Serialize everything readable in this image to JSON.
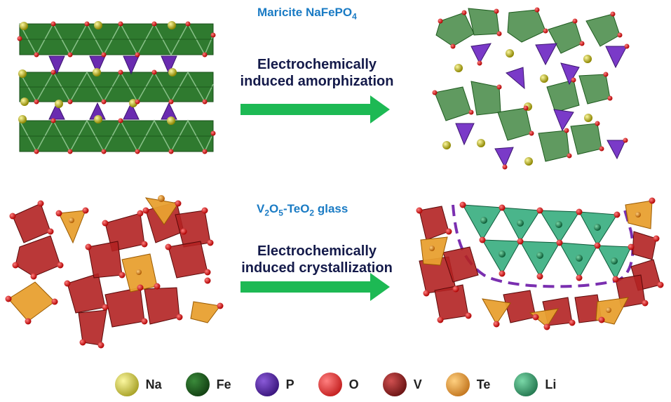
{
  "top": {
    "title": "Maricite NaFePO",
    "title_sub": "4",
    "process_line1": "Electrochemically",
    "process_line2": "induced amorphization"
  },
  "bottom": {
    "title_v": "V",
    "title_v_sub": "2",
    "title_o": "O",
    "title_o_sub": "5",
    "title_rest": "-TeO",
    "title_rest_sub": "2",
    "title_tail": " glass",
    "process_line1": "Electrochemically",
    "process_line2": "induced crystallization"
  },
  "legend": [
    {
      "label": "Na",
      "color": "#c9c21a",
      "icon": "na-atom-icon"
    },
    {
      "label": "Fe",
      "color": "#0f4a0f",
      "icon": "fe-atom-icon"
    },
    {
      "label": "P",
      "color": "#3a1390",
      "icon": "p-atom-icon"
    },
    {
      "label": "O",
      "color": "#e51515",
      "icon": "o-atom-icon"
    },
    {
      "label": "V",
      "color": "#7a0a0a",
      "icon": "v-atom-icon"
    },
    {
      "label": "Te",
      "color": "#ee8a10",
      "icon": "te-atom-icon"
    },
    {
      "label": "Li",
      "color": "#1f8f5a",
      "icon": "li-atom-icon"
    }
  ],
  "colors": {
    "fe_octahedra": "#2f7a2f",
    "fe_octahedra_light": "#5ea05e",
    "p_tetrahedra": "#6a2bb0",
    "v_polyhedra": "#b22222",
    "te_polyhedra": "#e8a030",
    "li_polyhedra": "#2aa877",
    "arrow": "#1db954",
    "dashed_outline": "#7a2fb0",
    "title_blue": "#1a7bc4",
    "label_navy": "#141a4a"
  }
}
